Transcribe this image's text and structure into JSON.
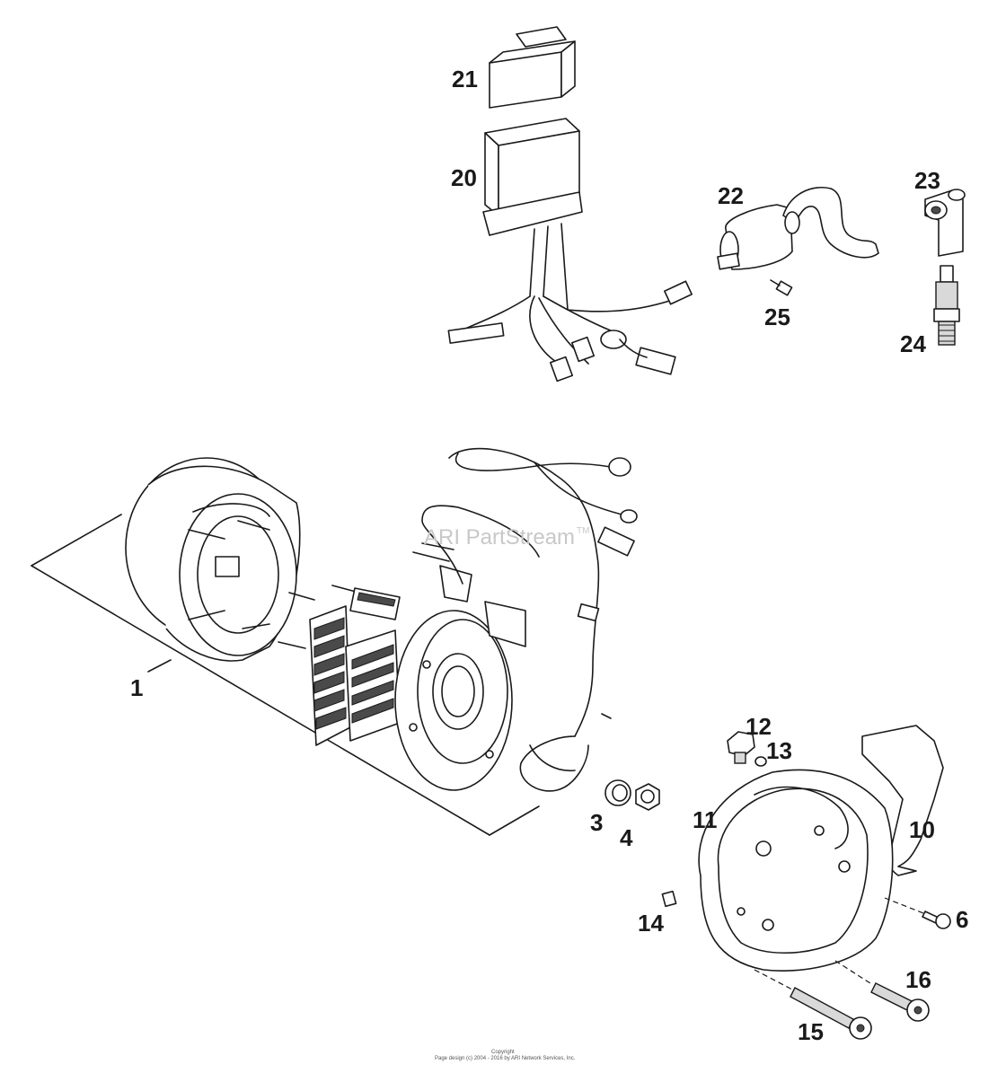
{
  "diagram": {
    "watermark": "ARI PartStream",
    "watermark_tm": "TM",
    "footer_line1": "Copyright",
    "footer_line2": "Page design (c) 2004 - 2016 by ARI Network Services, Inc.",
    "callouts": {
      "c1": "1",
      "c3": "3",
      "c4": "4",
      "c6": "6",
      "c10": "10",
      "c11": "11",
      "c12": "12",
      "c13": "13",
      "c14": "14",
      "c15": "15",
      "c16": "16",
      "c20": "20",
      "c21": "21",
      "c22": "22",
      "c23": "23",
      "c24": "24",
      "c25": "25"
    }
  }
}
